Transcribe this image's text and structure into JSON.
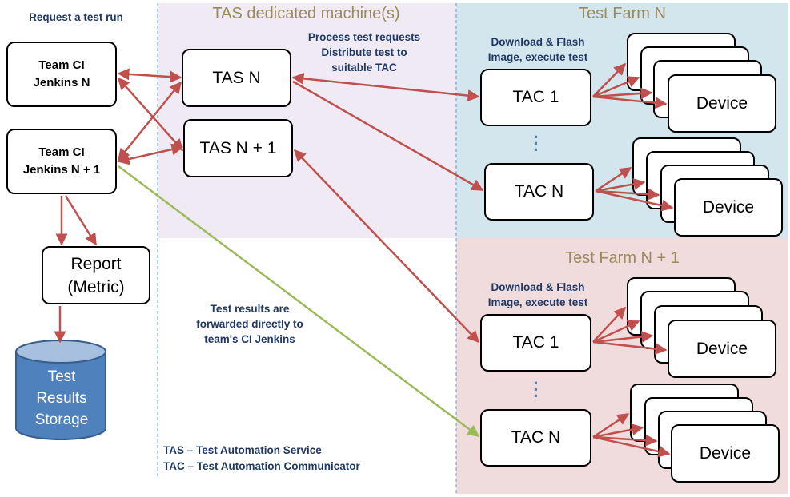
{
  "request_label": "Request a test run",
  "regions": {
    "tas_machines": "TAS dedicated machine(s)",
    "farm_n": "Test Farm N",
    "farm_n1": "Test Farm N + 1"
  },
  "jenkins": {
    "n": [
      "Team CI",
      "Jenkins N"
    ],
    "n1": [
      "Team CI",
      "Jenkins N + 1"
    ]
  },
  "tas": {
    "n": "TAS N",
    "n1": "TAS N + 1"
  },
  "report": [
    "Report",
    "(Metric)"
  ],
  "storage": [
    "Test",
    "Results",
    "Storage"
  ],
  "notes": {
    "process": [
      "Process test requests",
      "Distribute test to",
      "suitable TAC"
    ],
    "flash_n": [
      "Download & Flash",
      "Image, execute test"
    ],
    "flash_n1": [
      "Download & Flash",
      "Image, execute test"
    ],
    "results": [
      "Test results are",
      "forwarded directly to",
      "team's CI Jenkins"
    ]
  },
  "tac": {
    "one": "TAC 1",
    "n": "TAC N"
  },
  "device": "Device",
  "legend": [
    "TAS – Test Automation Service",
    "TAC – Test Automation Communicator"
  ],
  "colors": {
    "arrow": "#c0504d",
    "result_arrow": "#9bbb59",
    "tas_bg": "#efeaf3",
    "farm_n_bg": "#d3e6ee",
    "farm_n1_bg": "#f0dcdc",
    "storage": "#4f81bd",
    "dashed": "#5b9bd5"
  }
}
